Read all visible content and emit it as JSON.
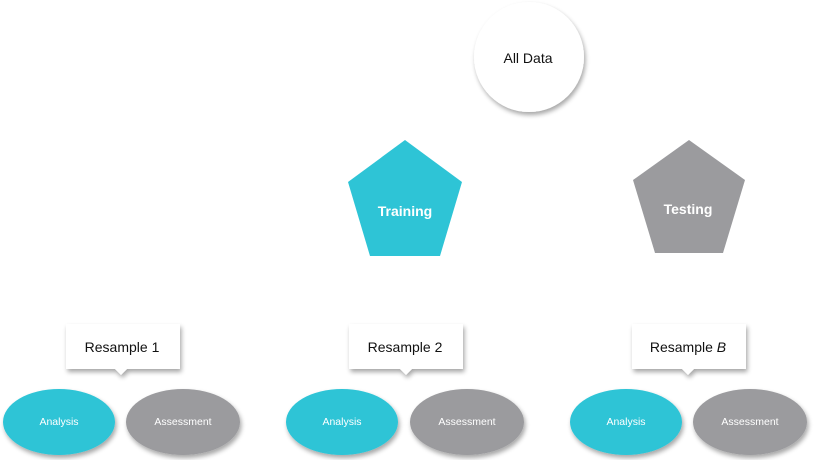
{
  "diagram": {
    "root": {
      "label": "All Data"
    },
    "split": {
      "training": {
        "label": "Training",
        "color": "#2ec4d6"
      },
      "testing": {
        "label": "Testing",
        "color": "#9b9b9e"
      }
    },
    "resamples": [
      {
        "label_prefix": "Resample ",
        "label_suffix": "1"
      },
      {
        "label_prefix": "Resample ",
        "label_suffix": "2"
      },
      {
        "label_prefix": "Resample ",
        "label_suffix": "B"
      }
    ],
    "subsets": {
      "analysis": {
        "label": "Analysis",
        "color": "#2ec4d6"
      },
      "assessment": {
        "label": "Assessment",
        "color": "#9b9b9e"
      }
    }
  }
}
